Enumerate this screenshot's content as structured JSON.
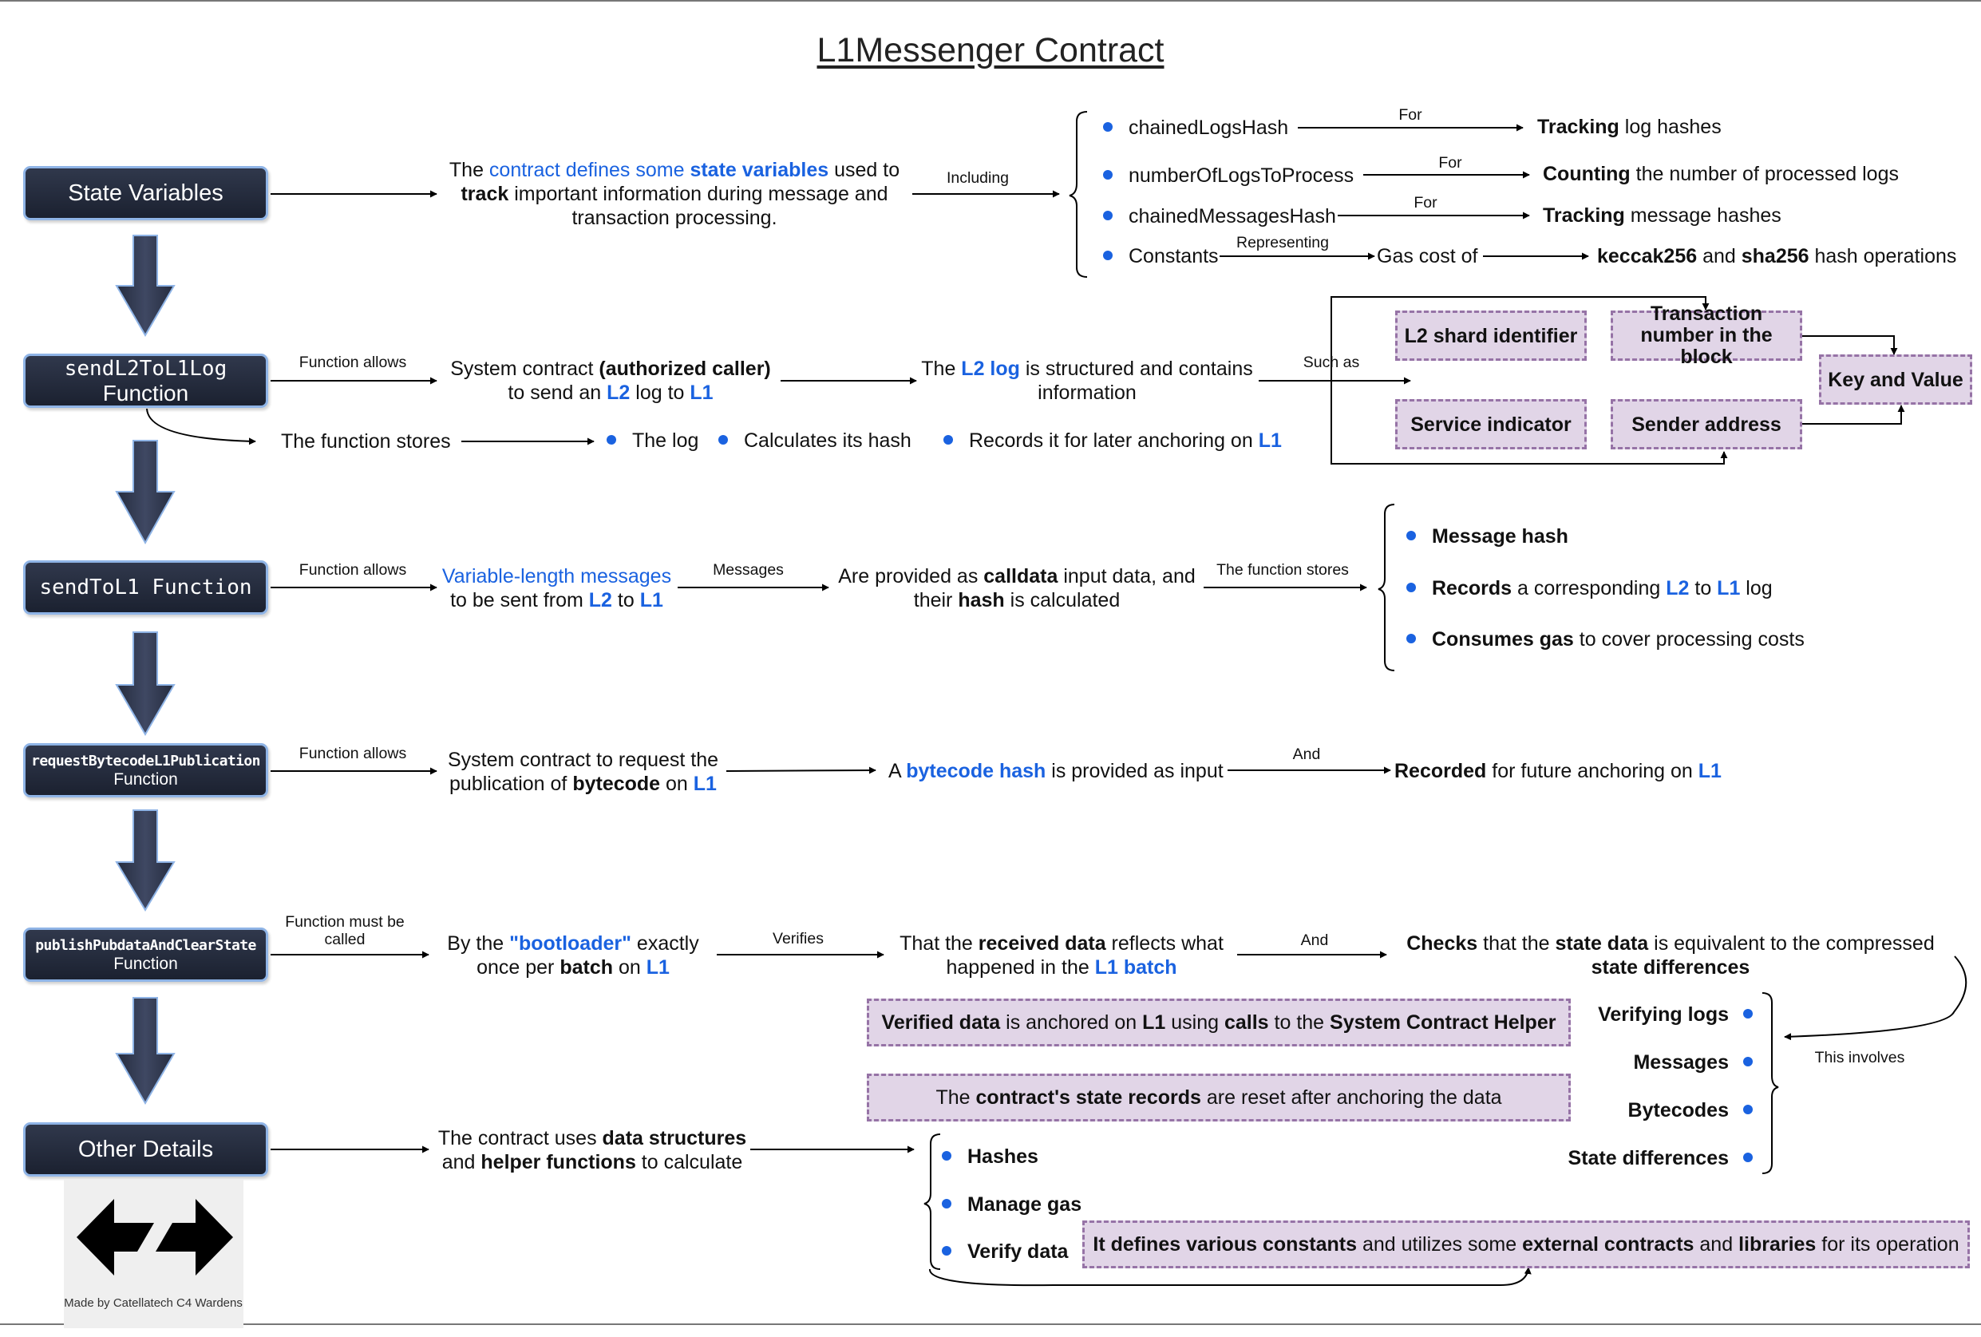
{
  "title": "L1Messenger Contract",
  "nodes": {
    "state_variables": "State Variables",
    "send_l2_to_l1_log": "sendL2ToL1Log",
    "send_l2_to_l1_log_sub": "Function",
    "send_to_l1": "sendToL1 Function",
    "request_bytecode": "requestBytecodeL1Publication",
    "request_bytecode_sub": "Function",
    "publish_pubdata": "publishPubdataAndClearState",
    "publish_pubdata_sub": "Function",
    "other_details": "Other Details"
  },
  "state_vars": {
    "desc_1": "The ",
    "desc_2": "contract defines some ",
    "desc_3": "state variables",
    "desc_4": " used to",
    "desc_5": "track",
    "desc_6": " important information during message and",
    "desc_7": "transaction processing.",
    "including": "Including",
    "items": [
      "chainedLogsHash",
      "numberOfLogsToProcess",
      "chainedMessagesHash",
      "Constants"
    ],
    "for": "For",
    "representing": "Representing",
    "gas_cost_of": "Gas cost of",
    "r1_b": "Tracking",
    "r1": " log hashes",
    "r2_b": "Counting",
    "r2": " the number of processed logs",
    "r3_b": "Tracking",
    "r3": " message hashes",
    "r4_b1": "keccak256",
    "r4_m": " and ",
    "r4_b2": "sha256",
    "r4_e": " hash operations"
  },
  "log_fn": {
    "allows": "Function allows",
    "sys_1": "System contract ",
    "sys_2": "(authorized caller)",
    "sys_3": "to send an ",
    "sys_l2": "L2",
    "sys_4": " log to ",
    "sys_l1": "L1",
    "struct_1": "The ",
    "struct_l2": "L2 log",
    "struct_2": " is structured and contains",
    "struct_3": "information",
    "such_as": "Such as",
    "boxes": [
      "L2 shard identifier",
      "Transaction number in the block",
      "Service indicator",
      "Sender address",
      "Key and Value"
    ],
    "stores": "The function stores",
    "s1": "The log",
    "s2": "Calculates its hash",
    "s3": "Records it for later anchoring on ",
    "s3_l1": "L1"
  },
  "send_fn": {
    "allows": "Function allows",
    "var_1": "Variable-length messages",
    "var_2": "to be sent from ",
    "var_l2": "L2",
    "var_3": " to ",
    "var_l1": "L1",
    "messages": "Messages",
    "cd_1": "Are provided as ",
    "cd_b": "calldata",
    "cd_2": " input data, and",
    "cd_3": "their ",
    "cd_hash": "hash",
    "cd_4": " is calculated",
    "stores": "The function stores",
    "i1": "Message hash",
    "i2_b": "Records",
    "i2_1": " a corresponding ",
    "i2_l2": "L2",
    "i2_2": " to ",
    "i2_l1": "L1",
    "i2_3": " log",
    "i3_b": "Consumes gas",
    "i3": " to cover processing costs"
  },
  "bytecode_fn": {
    "allows": "Function allows",
    "sys_1": "System contract to request the",
    "sys_2": "publication of ",
    "sys_b": "bytecode",
    "sys_3": " on ",
    "sys_l1": "L1",
    "hash_1": "A ",
    "hash_b": "bytecode hash",
    "hash_2": " is provided as input",
    "and": "And",
    "rec_b": "Recorded",
    "rec": " for future anchoring on ",
    "rec_l1": "L1"
  },
  "publish_fn": {
    "must_1": "Function must be",
    "must_2": "called",
    "boot_1": "By the ",
    "boot_b": "\"bootloader\"",
    "boot_2": " exactly",
    "boot_3": "once per ",
    "boot_batch": "batch",
    "boot_4": " on ",
    "boot_l1": "L1",
    "verifies": "Verifies",
    "rcv_1": "That the ",
    "rcv_b": "received data",
    "rcv_2": " reflects what",
    "rcv_3": "happened in the ",
    "rcv_l1": "L1 batch",
    "and": "And",
    "chk_b": "Checks",
    "chk_1": " that the ",
    "chk_b2": "state data",
    "chk_2": " is equivalent to the compressed",
    "chk_b3": "state differences",
    "this_involves": "This involves",
    "verify_list": [
      "Verifying logs",
      "Messages",
      "Bytecodes",
      "State differences"
    ],
    "anchor_b1": "Verified data",
    "anchor_1": " is anchored on ",
    "anchor_b2": "L1",
    "anchor_2": " using ",
    "anchor_b3": "calls",
    "anchor_3": " to the ",
    "anchor_b4": "System Contract Helper",
    "reset_1": "The ",
    "reset_b": "contract's state records",
    "reset_2": " are reset after anchoring the data"
  },
  "other": {
    "uses_1": "The contract uses ",
    "uses_b": "data structures",
    "uses_2": "and ",
    "uses_b2": "helper functions",
    "uses_3": " to calculate",
    "items": [
      "Hashes",
      "Manage gas",
      "Verify data"
    ],
    "const_1": "It defines various constants",
    "const_2": " and utilizes some ",
    "const_3": "external contracts",
    "const_4": " and ",
    "const_5": "libraries",
    "const_6": " for its operation"
  },
  "credit": "Made by Catellatech C4 Wardens",
  "colors": {
    "accent_blue": "#1a62e0",
    "node_fill": "#232a3b",
    "node_border": "#8fb4e6",
    "box_fill": "#e1d5e7",
    "box_border": "#9673a6"
  }
}
